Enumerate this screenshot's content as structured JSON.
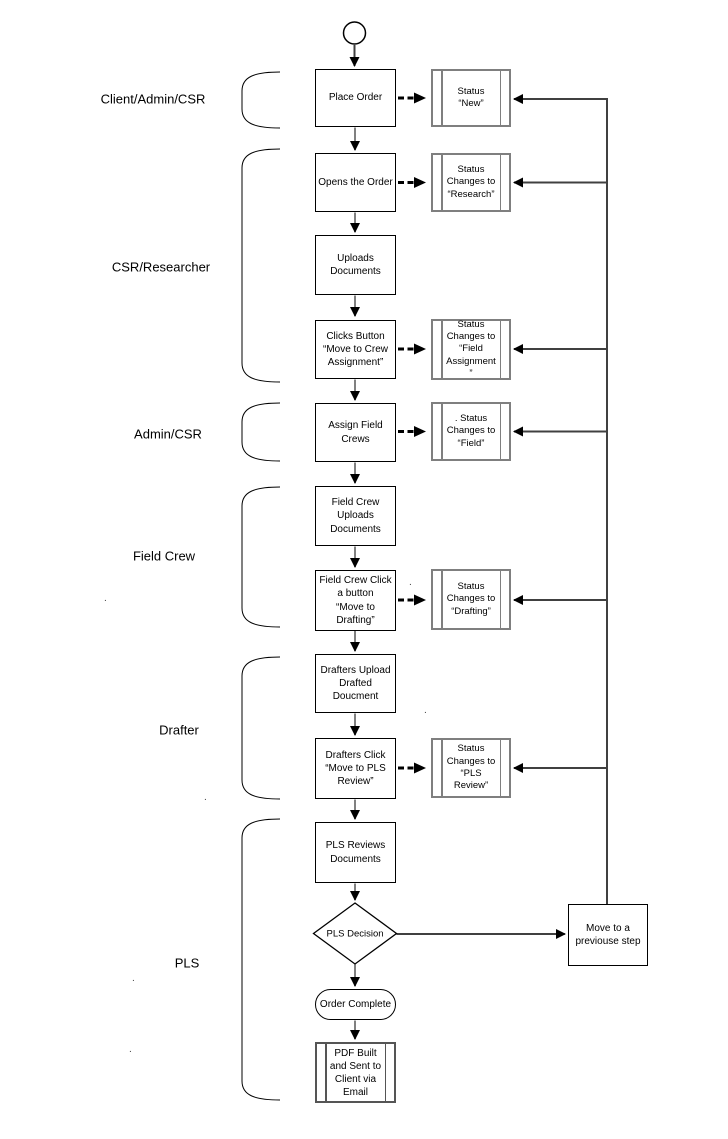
{
  "title": "Order workflow flowchart",
  "colors": {
    "process_border": "#000000",
    "status_border": "#7f7f7f",
    "subprocess_dark_border": "#555555",
    "connector_gray": "#808080",
    "arrow_black": "#000000",
    "background": "#ffffff"
  },
  "lanes": [
    {
      "label": "Client/Admin/CSR"
    },
    {
      "label": "CSR/Researcher"
    },
    {
      "label": "Admin/CSR"
    },
    {
      "label": "Field Crew"
    },
    {
      "label": "Drafter"
    },
    {
      "label": "PLS"
    }
  ],
  "nodes": {
    "place_order": "Place Order",
    "status_new": "Status\n“New”",
    "opens_order": "Opens the Order",
    "status_research": "Status\nChanges to\n“Research”",
    "uploads_documents": "Uploads\nDocuments",
    "clicks_move_crew": "Clicks Button\n“Move to Crew\nAssignment”",
    "status_field_assignment": "Status\nChanges to\n“Field\nAssignment\n”",
    "assign_field_crews": "Assign Field\nCrews",
    "status_field": ". Status\nChanges to\n“Field”",
    "field_crew_uploads": "Field Crew\nUploads\nDocuments",
    "field_crew_click": "Field Crew Click\na button\n“Move to\nDrafting”",
    "status_drafting": "Status\nChanges to\n“Drafting”",
    "drafters_upload": "Drafters Upload\nDrafted\nDoucment",
    "drafters_click": "Drafters Click\n“Move to PLS\nReview”",
    "status_pls_review": "Status\nChanges to\n“PLS\nReview”",
    "pls_reviews": "PLS Reviews\nDocuments",
    "pls_decision": "PLS Decision",
    "order_complete": "Order Complete",
    "pdf_built": "PDF Built\nand Sent to\nClient via\nEmail",
    "move_previous": "Move to a\npreviouse step"
  },
  "dot": "."
}
